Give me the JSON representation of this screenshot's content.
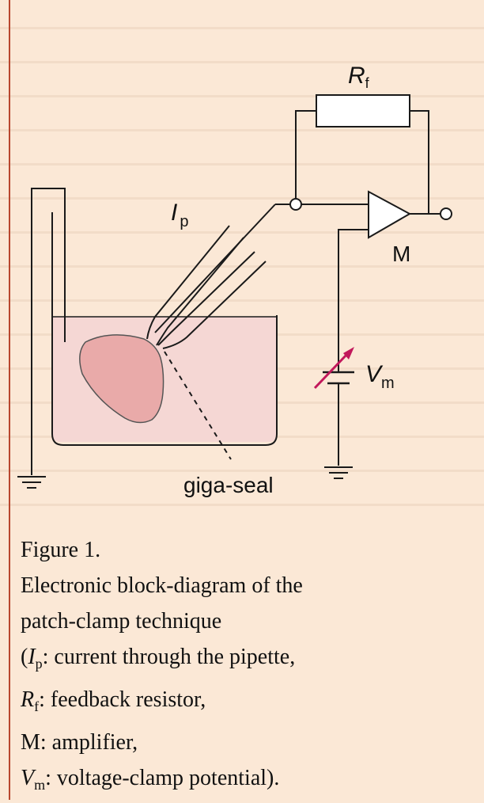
{
  "diagram": {
    "label_rf_main": "R",
    "label_rf_sub": "f",
    "label_ip_main": "I",
    "label_ip_sub": "p",
    "label_m": "M",
    "label_vm_main": "V",
    "label_vm_sub": "m",
    "label_gigaseal": "giga-seal",
    "colors": {
      "bath_fill": "#f5d7d4",
      "cell_fill": "#e9aaa9",
      "line": "#1a1a1a",
      "arrow": "#c2185b",
      "accent_rule": "#b8472e"
    }
  },
  "caption": {
    "line1": "Figure 1.",
    "line2": "Electronic block-diagram of the",
    "line3": "patch-clamp technique",
    "line4_pre": "(",
    "line4_sym": "I",
    "line4_sub": "p",
    "line4_post": ": current through the pipette,",
    "line5_sym": "R",
    "line5_sub": "f",
    "line5_post": ": feedback resistor,",
    "line6": "M: amplifier,",
    "line7_sym": "V",
    "line7_sub": "m",
    "line7_post": ": voltage-clamp potential)."
  }
}
